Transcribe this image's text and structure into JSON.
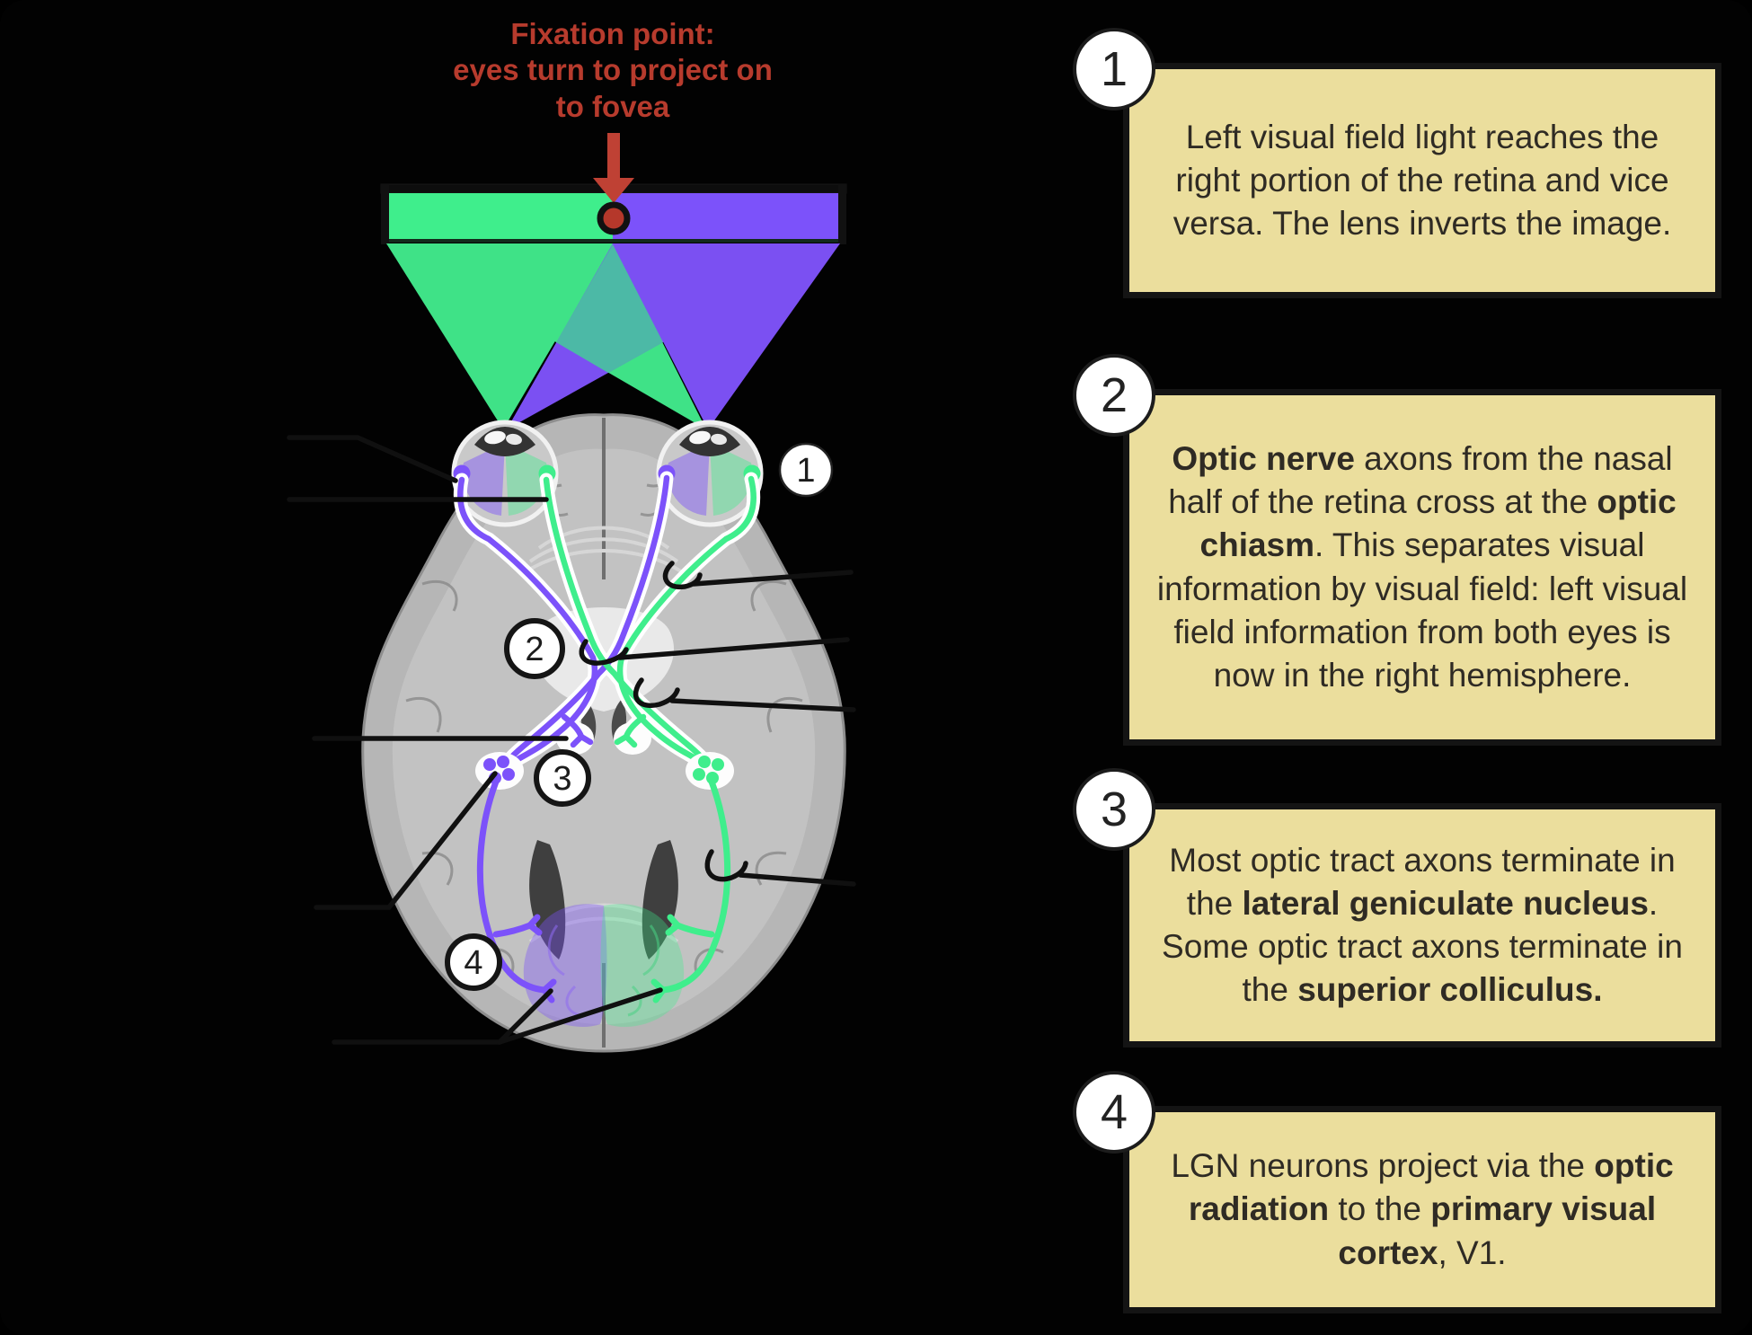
{
  "fixation": {
    "label": "Fixation point:\neyes turn to project on\nto fovea",
    "text_color": "#b73b2d",
    "marker": "red-dot-with-down-arrow"
  },
  "visual_field_bar": {
    "left_half_color": "#3fee8c",
    "right_half_color": "#7c52fa",
    "overlap_color": "#4cb9a6"
  },
  "colors": {
    "green_pathway": "#3fee8c",
    "purple_pathway": "#7c52fa",
    "binocular_overlap": "#4cb9a6",
    "fixation_red": "#bf4134",
    "callout_background": "#ebde9d",
    "callout_text": "#2f2b24",
    "background": "#020202",
    "brain_gray": "#b6b6b6"
  },
  "diagram": {
    "numbers": [
      {
        "label": "1"
      },
      {
        "label": "2"
      },
      {
        "label": "3"
      },
      {
        "label": "4"
      }
    ]
  },
  "callouts": [
    {
      "number": "1",
      "segments": [
        {
          "text": "Left visual field light reaches the right portion of the retina and vice versa. The lens inverts the image.",
          "bold": false
        }
      ]
    },
    {
      "number": "2",
      "segments": [
        {
          "text": "Optic nerve",
          "bold": true
        },
        {
          "text": " axons from the nasal half of the retina cross at the ",
          "bold": false
        },
        {
          "text": "optic chiasm",
          "bold": true
        },
        {
          "text": ". This separates visual information by visual field: left visual field information from both eyes is now in the right hemisphere.",
          "bold": false
        }
      ]
    },
    {
      "number": "3",
      "segments": [
        {
          "text": "Most optic tract axons terminate in the ",
          "bold": false
        },
        {
          "text": "lateral geniculate nucleus",
          "bold": true
        },
        {
          "text": ".  Some optic tract axons terminate in the ",
          "bold": false
        },
        {
          "text": "superior colliculus.",
          "bold": true
        }
      ]
    },
    {
      "number": "4",
      "segments": [
        {
          "text": "LGN neurons project via the ",
          "bold": false
        },
        {
          "text": "optic radiation",
          "bold": true
        },
        {
          "text": " to the ",
          "bold": false
        },
        {
          "text": "primary visual cortex",
          "bold": true
        },
        {
          "text": ", V1.",
          "bold": false
        }
      ]
    }
  ]
}
